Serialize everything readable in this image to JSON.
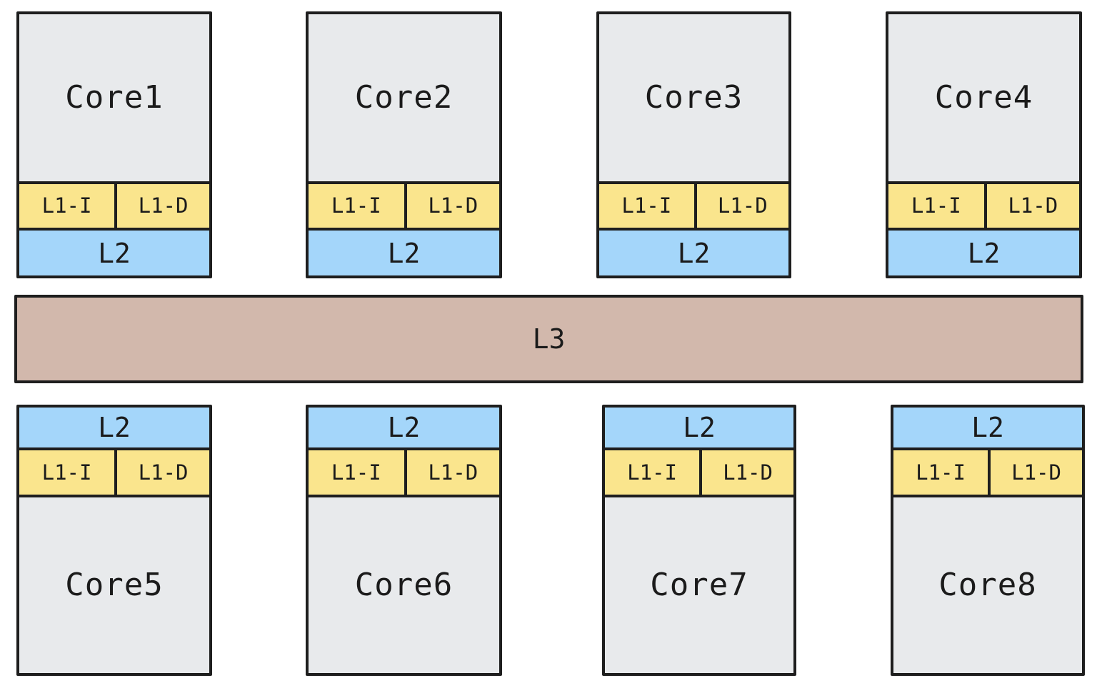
{
  "diagram": {
    "type": "cpu-cache-hierarchy",
    "top_cores": [
      "Core1",
      "Core2",
      "Core3",
      "Core4"
    ],
    "bottom_cores": [
      "Core5",
      "Core6",
      "Core7",
      "Core8"
    ],
    "cache_labels": {
      "l1_instruction": "L1-I",
      "l1_data": "L1-D",
      "l2": "L2"
    },
    "shared_cache": {
      "label": "L3"
    },
    "colors": {
      "core_fill": "#e8eaec",
      "l1_fill": "#fae58d",
      "l2_fill": "#a4d6fa",
      "l3_fill": "#d2b8ac",
      "border": "#1e1e1e",
      "text": "#1b1b1b",
      "background": "#ffffff"
    }
  }
}
